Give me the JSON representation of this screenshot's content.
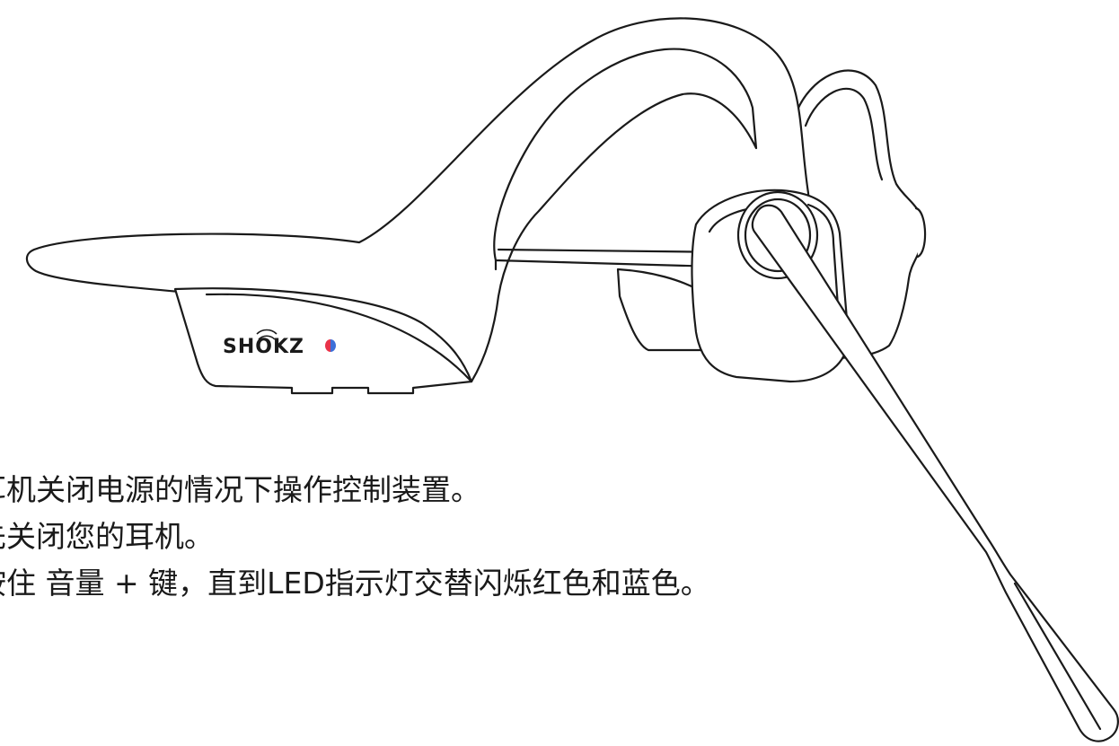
{
  "brand": {
    "logo_text": "SHOKZ"
  },
  "instructions": [
    "耳机关闭电源的情况下操作控制装置。",
    "先关闭您的耳机。",
    "按住 音量 + 键，直到LED指示灯交替闪烁红色和蓝色。"
  ],
  "led_colors": {
    "red": "#e8334a",
    "blue": "#3d6fd8"
  }
}
